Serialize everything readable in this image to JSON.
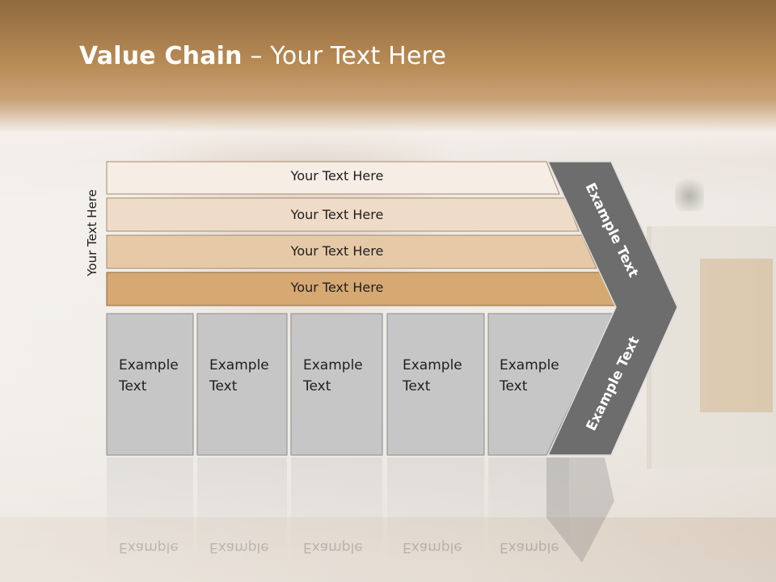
{
  "title": {
    "bold": "Value Chain",
    "rest": " – Your Text Here"
  },
  "vertical_label": "Your Text Here",
  "rows": [
    {
      "label": "Your Text Here",
      "color": "#f6ede4"
    },
    {
      "label": "Your Text Here",
      "color": "#efdcc8"
    },
    {
      "label": "Your Text Here",
      "color": "#e6c9a7"
    },
    {
      "label": "Your Text Here",
      "color": "#d6a872"
    }
  ],
  "cells": [
    {
      "line1": "Example",
      "line2": "Text"
    },
    {
      "line1": "Example",
      "line2": "Text"
    },
    {
      "line1": "Example",
      "line2": "Text"
    },
    {
      "line1": "Example",
      "line2": "Text"
    },
    {
      "line1": "Example",
      "line2": "Text"
    }
  ],
  "arrow_upper_label": "Example Text",
  "arrow_lower_label": "Example Text",
  "colors": {
    "title_band": "#b98b55",
    "cells": "#c6c6c6",
    "arrow": "#6d6d6d"
  }
}
